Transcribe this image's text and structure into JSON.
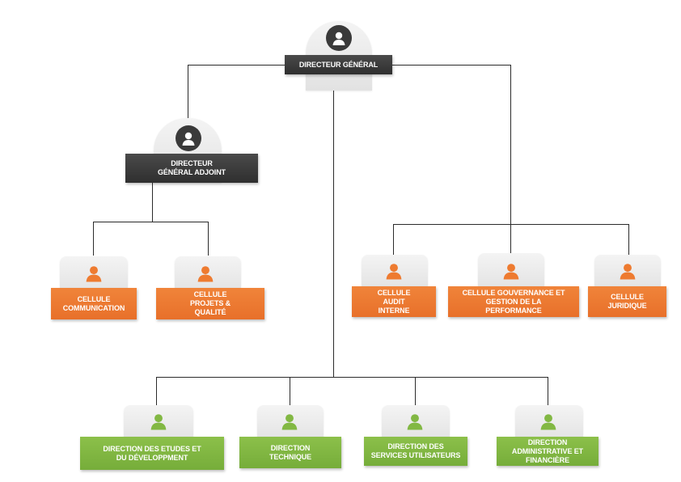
{
  "colors": {
    "dark": "#3a3a3a",
    "orange": "#ee7b30",
    "green": "#82b843",
    "line": "#2b2b2b"
  },
  "icons": {
    "person": "person-icon"
  },
  "nodes": {
    "dg": "DIRECTEUR GÉNÉRAL",
    "dga": "DIRECTEUR GÉNÉRAL ADJOINT",
    "cell_com": "CELLULE COMMUNICATION",
    "cell_projets": "CELLULE PROJETS & QUALITÉ",
    "cell_audit": "CELLULE AUDIT INTERNE",
    "cell_gouv": "CELLULE GOUVERNANCE ET GESTION DE LA PERFORMANCE",
    "cell_jur": "CELLULE JURIDIQUE",
    "dir_etudes": "DIRECTION DES ETUDES ET DU DÉVELOPPMENT",
    "dir_tech": "DIRECTION TECHNIQUE",
    "dir_services": "DIRECTION DES SERVICES UTILISATEURS",
    "dir_admin": "DIRECTION ADMINISTRATIVE ET FINANCIÈRE"
  }
}
